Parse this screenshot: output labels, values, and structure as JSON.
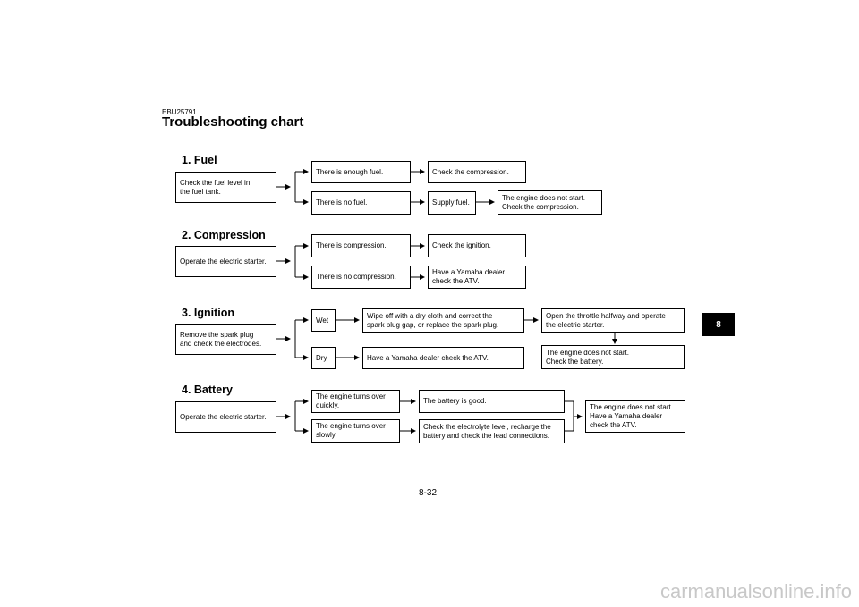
{
  "header": {
    "code": "EBU25791",
    "title": "Troubleshooting chart"
  },
  "sections": {
    "fuel": {
      "title": "1. Fuel",
      "start": "Check the fuel level in\nthe fuel tank.",
      "branch_yes": "There is enough fuel.",
      "result_yes": "Check the compression.",
      "branch_no": "There is no fuel.",
      "action_no": "Supply fuel.",
      "result_no": "The engine does not start.\nCheck the compression."
    },
    "compression": {
      "title": "2. Compression",
      "start": "Operate the electric starter.",
      "branch_yes": "There is compression.",
      "result_yes": "Check the ignition.",
      "branch_no": "There is no compression.",
      "result_no": "Have a Yamaha dealer\ncheck the ATV."
    },
    "ignition": {
      "title": "3. Ignition",
      "start": "Remove the spark plug\nand check the electrodes.",
      "branch_wet": "Wet",
      "action_wet": "Wipe off with a dry cloth and correct the\nspark plug gap, or replace the spark plug.",
      "next_wet": "Open the throttle halfway and operate\nthe electric starter.",
      "final_wet": "The engine does not start.\nCheck the battery.",
      "branch_dry": "Dry",
      "result_dry": "Have a Yamaha dealer check the ATV."
    },
    "battery": {
      "title": "4. Battery",
      "start": "Operate the electric starter.",
      "branch_quick": "The engine turns over\nquickly.",
      "result_quick": "The battery is good.",
      "branch_slow": "The engine turns over\nslowly.",
      "result_slow": "Check the electrolyte level, recharge the\nbattery and check the lead connections.",
      "final": "The engine does not start.\nHave a Yamaha dealer\ncheck the ATV."
    }
  },
  "side_tab": "8",
  "page_number": "8-32",
  "watermark": "carmanualsonline.info"
}
